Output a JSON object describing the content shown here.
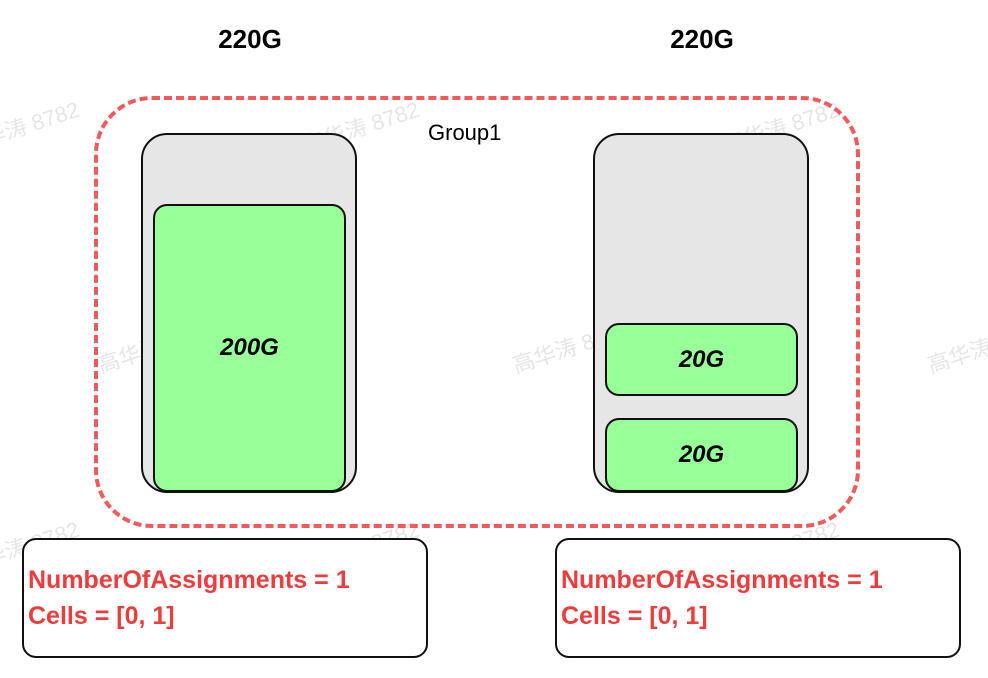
{
  "nodes": [
    {
      "capacity": "220G",
      "allocations": [
        "200G"
      ]
    },
    {
      "capacity": "220G",
      "allocations": [
        "20G",
        "20G"
      ]
    }
  ],
  "group": {
    "label": "Group1"
  },
  "info_boxes": [
    {
      "assignments": "NumberOfAssignments = 1",
      "cells": "Cells = [0, 1]"
    },
    {
      "assignments": "NumberOfAssignments = 1",
      "cells": "Cells = [0, 1]"
    }
  ],
  "watermark": {
    "text": "高华涛 8782"
  },
  "colors": {
    "node_fill": "#e6e6e6",
    "allocation_fill": "#99ff99",
    "group_border": "#f05a5a",
    "info_text": "#ee3b3b"
  }
}
